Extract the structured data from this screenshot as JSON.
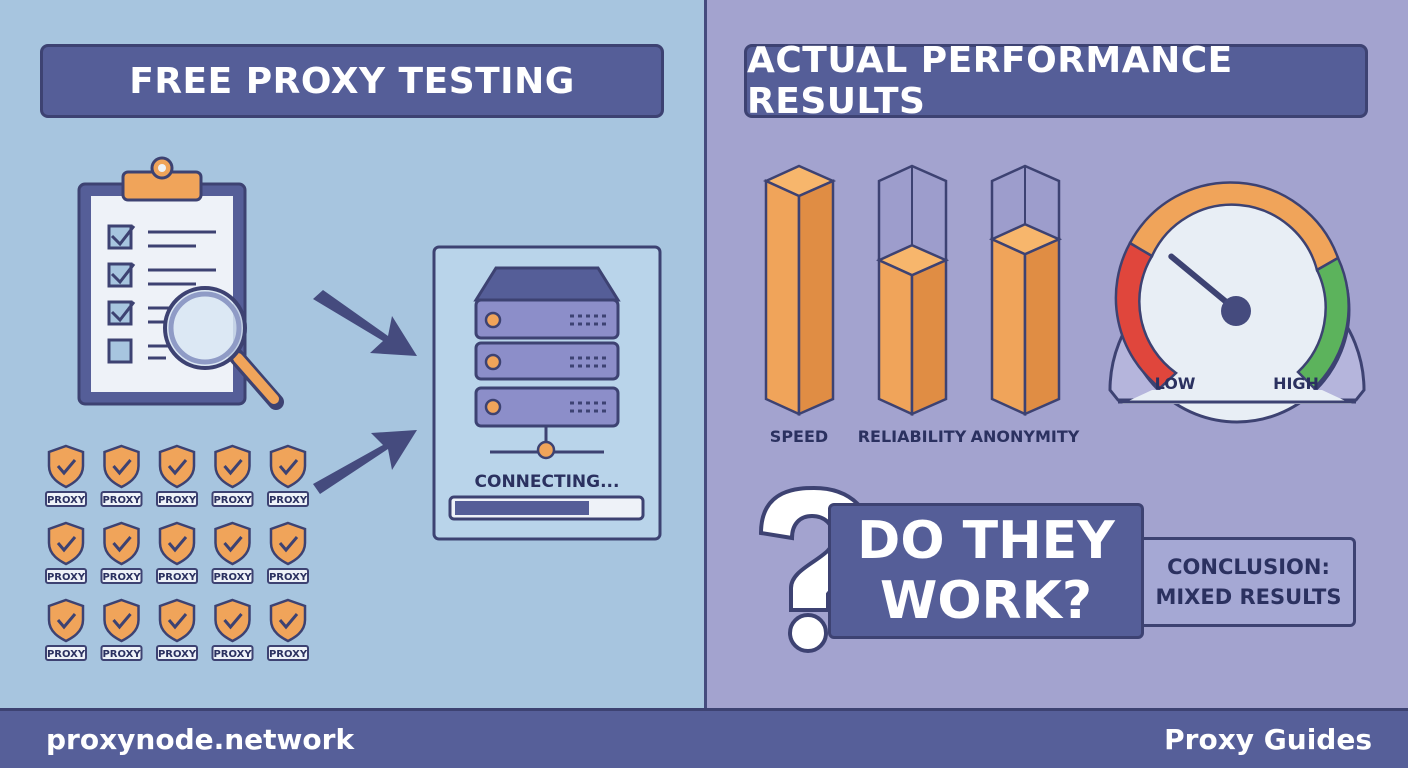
{
  "left_panel": {
    "title": "FREE PROXY TESTING"
  },
  "right_panel": {
    "title": "ACTUAL PERFORMANCE RESULTS"
  },
  "proxy_badges": {
    "rows": [
      [
        "PROXY",
        "PROXY",
        "PROXY",
        "PROXY",
        "PROXY"
      ],
      [
        "PROXY",
        "PROXY",
        "PROXY",
        "PROXY",
        "PROXY"
      ],
      [
        "PROXY",
        "PROXY",
        "PROXY",
        "PROXY",
        "PROXY"
      ]
    ]
  },
  "server": {
    "status": "CONNECTING...",
    "progress": 0.73
  },
  "chart_data": {
    "type": "bar",
    "categories": [
      "SPEED",
      "RELIABILITY",
      "ANONYMITY"
    ],
    "values": [
      100,
      66,
      75
    ],
    "ylim": [
      0,
      100
    ]
  },
  "gauge": {
    "low_label": "LOW",
    "high_label": "HIGH",
    "needle_level": 0.3
  },
  "question": {
    "line1": "DO THEY",
    "line2": "WORK?"
  },
  "conclusion": {
    "line1": "CONCLUSION:",
    "line2": "MIXED RESULTS"
  },
  "footer": {
    "site": "proxynode.network",
    "section": "Proxy Guides"
  },
  "colors": {
    "left_bg": "#a7c5df",
    "right_bg": "#a3a3cf",
    "navy": "#555e98",
    "outline": "#3d4272",
    "orange": "#f0a45a",
    "gauge_red": "#e0463c",
    "gauge_green": "#5cb35c"
  }
}
